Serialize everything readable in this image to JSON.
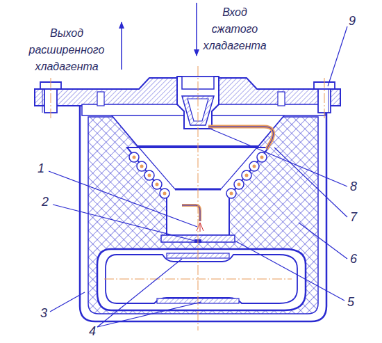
{
  "diagram": {
    "labels": [
      "Выход расширенного хладагента",
      "Вход сжатого хладагента",
      "9",
      "1",
      "2",
      "8",
      "7",
      "6",
      "5",
      "3",
      "4"
    ]
  }
}
